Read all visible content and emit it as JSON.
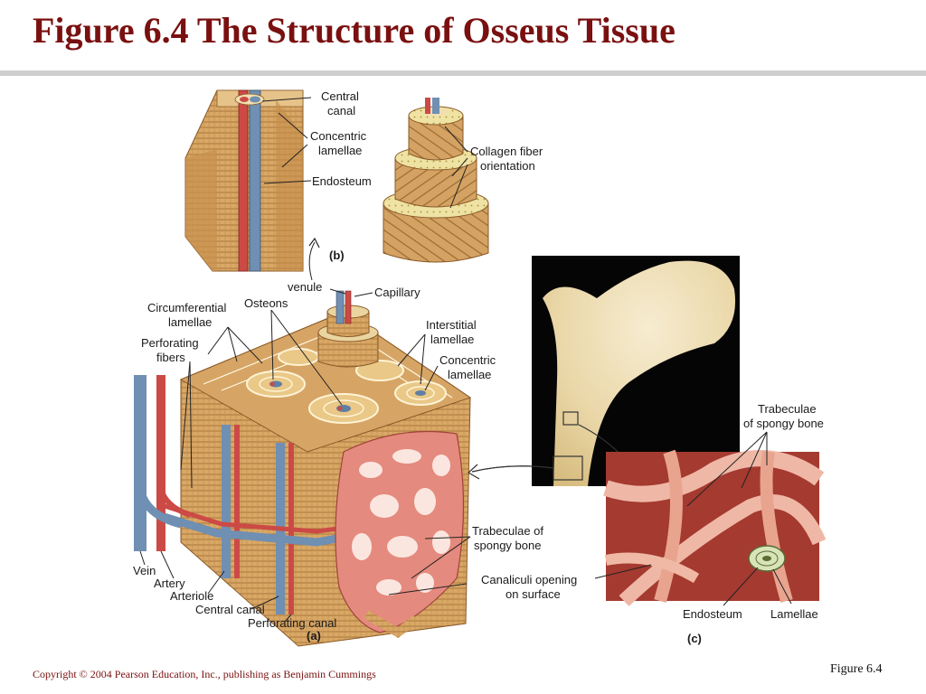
{
  "title": "Figure 6.4  The Structure of Osseus Tissue",
  "panels": {
    "a": "(a)",
    "b": "(b)",
    "c": "(c)"
  },
  "labels": {
    "b_central_canal": [
      "Central",
      "canal"
    ],
    "b_concentric_lamellae": [
      "Concentric",
      "lamellae"
    ],
    "b_endosteum": "Endosteum",
    "collagen_fiber_orientation": [
      "Collagen fiber",
      "orientation"
    ],
    "venule": "venule",
    "capillary": "Capillary",
    "circumferential_lamellae": [
      "Circumferential",
      "lamellae"
    ],
    "osteons": "Osteons",
    "perforating_fibers": [
      "Perforating",
      "fibers"
    ],
    "interstitial_lamellae": [
      "Interstitial",
      "lamellae"
    ],
    "a_concentric_lamellae": [
      "Concentric",
      "lamellae"
    ],
    "a_trabeculae": [
      "Trabeculae of",
      "spongy bone"
    ],
    "canaliculi_opening": [
      "Canaliculi opening",
      "on surface"
    ],
    "vein": "Vein",
    "artery": "Artery",
    "arteriole": "Arteriole",
    "a_central_canal": "Central canal",
    "perforating_canal": "Perforating canal",
    "c_trabeculae": [
      "Trabeculae",
      "of spongy bone"
    ],
    "c_endosteum": "Endosteum",
    "lamellae": "Lamellae"
  },
  "footer": {
    "copyright": "Copyright © 2004 Pearson Education, Inc., publishing as Benjamin Cummings",
    "figure_ref": "Figure 6.4"
  },
  "colors": {
    "title": "#7a1010",
    "bone_tan": "#d9a866",
    "bone_light": "#f1dfb0",
    "vein_blue": "#6f8fb3",
    "artery_red": "#cc4a45",
    "spongy_pink": "#e58a7e",
    "photo_black": "#050505"
  }
}
